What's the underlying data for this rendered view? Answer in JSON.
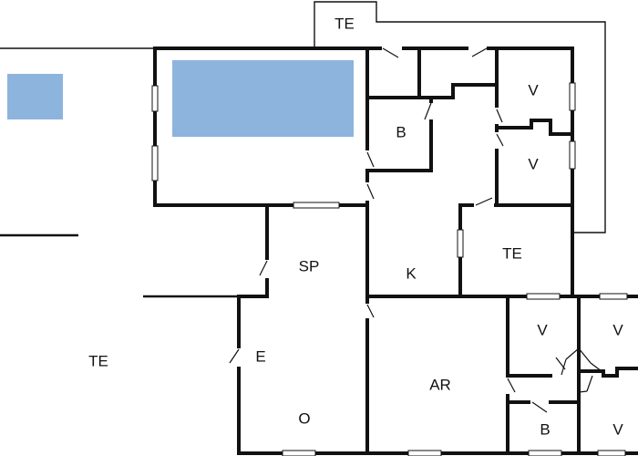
{
  "colors": {
    "wall": "#111111",
    "pool": "#8db4dc",
    "background": "#ffffff"
  },
  "rooms": [
    {
      "id": "terrace-top",
      "label": "TE"
    },
    {
      "id": "bath-1",
      "label": "B"
    },
    {
      "id": "bedroom-1",
      "label": "V"
    },
    {
      "id": "bedroom-2",
      "label": "V"
    },
    {
      "id": "terrace-right",
      "label": "TE"
    },
    {
      "id": "dining",
      "label": "SP"
    },
    {
      "id": "kitchen",
      "label": "K"
    },
    {
      "id": "terrace-left",
      "label": "TE"
    },
    {
      "id": "entrance",
      "label": "E"
    },
    {
      "id": "living",
      "label": "O"
    },
    {
      "id": "workroom",
      "label": "AR"
    },
    {
      "id": "bedroom-3",
      "label": "V"
    },
    {
      "id": "bedroom-4",
      "label": "V"
    },
    {
      "id": "bath-2",
      "label": "B"
    },
    {
      "id": "bedroom-5",
      "label": "V"
    }
  ]
}
